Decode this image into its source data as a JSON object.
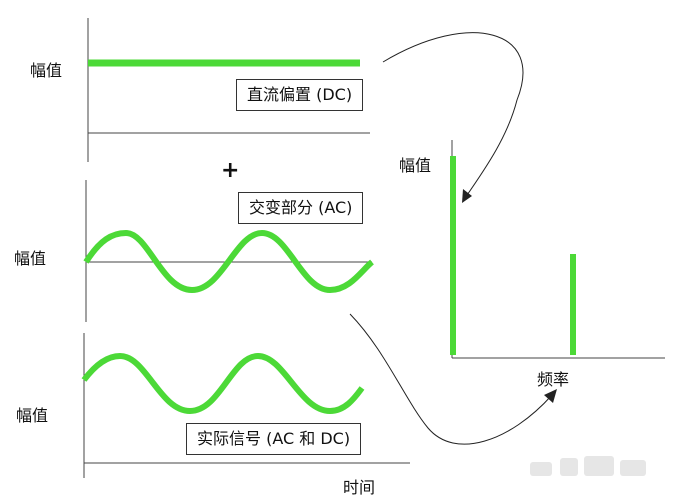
{
  "labels": {
    "amplitude": "幅值",
    "time": "时间",
    "frequency": "频率",
    "plus": "+"
  },
  "boxes": {
    "dc": "直流偏置 (DC)",
    "ac": "交变部分 (AC)",
    "combined": "实际信号 (AC 和 DC)"
  },
  "colors": {
    "signal": "#4cd937",
    "axis": "#444444",
    "arrow": "#222222"
  }
}
